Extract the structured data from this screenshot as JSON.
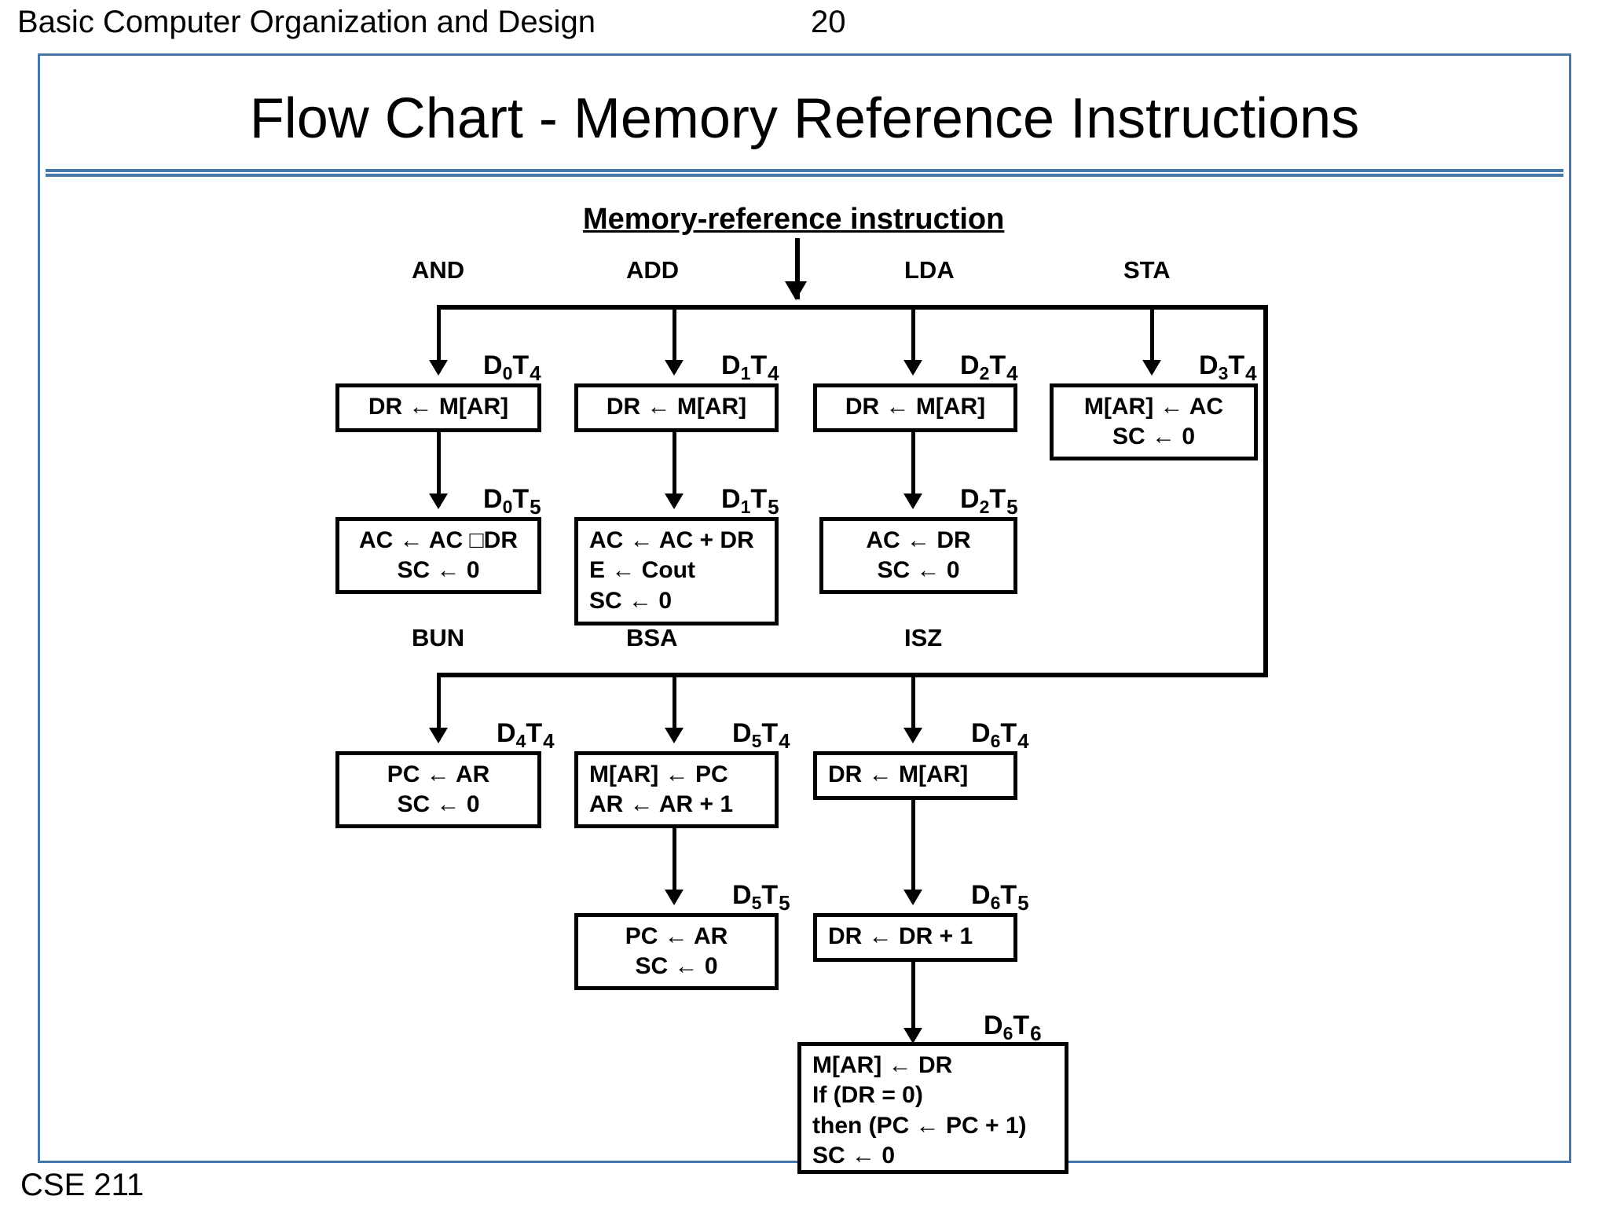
{
  "header": {
    "title": "Basic Computer Organization and Design",
    "slide_number": "20"
  },
  "slide": {
    "title": "Flow Chart - Memory Reference Instructions",
    "footer": "CSE 211",
    "accent_color": "#4677a8"
  },
  "chart_data": {
    "type": "diagram",
    "title": "Memory-reference instruction",
    "root_label": "Memory-reference instruction",
    "bus_rows": [
      {
        "name": "bus-row-1",
        "branches": [
          "AND",
          "ADD",
          "LDA",
          "STA"
        ]
      },
      {
        "name": "bus-row-2",
        "branches": [
          "BUN",
          "BSA",
          "ISZ"
        ]
      }
    ],
    "nodes": [
      {
        "id": "and-t4",
        "branch": "AND",
        "tick_d": "D",
        "tick_dsub": "0",
        "tick_t": "T",
        "tick_tsub": "4",
        "lines": [
          "DR ← M[AR]"
        ]
      },
      {
        "id": "add-t4",
        "branch": "ADD",
        "tick_d": "D",
        "tick_dsub": "1",
        "tick_t": "T",
        "tick_tsub": "4",
        "lines": [
          "DR ← M[AR]"
        ]
      },
      {
        "id": "lda-t4",
        "branch": "LDA",
        "tick_d": "D",
        "tick_dsub": "2",
        "tick_t": "T",
        "tick_tsub": "4",
        "lines": [
          "DR ← M[AR]"
        ]
      },
      {
        "id": "sta-t4",
        "branch": "STA",
        "tick_d": "D",
        "tick_dsub": "3",
        "tick_t": "T",
        "tick_tsub": "4",
        "lines": [
          "M[AR] ← AC",
          "SC ← 0"
        ]
      },
      {
        "id": "and-t5",
        "branch": "AND",
        "tick_d": "D",
        "tick_dsub": "0",
        "tick_t": "T",
        "tick_tsub": "5",
        "lines": [
          "AC ← AC □DR",
          "SC ← 0"
        ]
      },
      {
        "id": "add-t5",
        "branch": "ADD",
        "tick_d": "D",
        "tick_dsub": "1",
        "tick_t": "T",
        "tick_tsub": "5",
        "lines": [
          "AC ← AC + DR",
          "E ← Cout",
          "SC ← 0"
        ]
      },
      {
        "id": "lda-t5",
        "branch": "LDA",
        "tick_d": "D",
        "tick_dsub": "2",
        "tick_t": "T",
        "tick_tsub": "5",
        "lines": [
          "AC ← DR",
          "SC ← 0"
        ]
      },
      {
        "id": "bun-t4",
        "branch": "BUN",
        "tick_d": "D",
        "tick_dsub": "4",
        "tick_t": "T",
        "tick_tsub": "4",
        "lines": [
          "PC ← AR",
          "SC ← 0"
        ]
      },
      {
        "id": "bsa-t4",
        "branch": "BSA",
        "tick_d": "D",
        "tick_dsub": "5",
        "tick_t": "T",
        "tick_tsub": "4",
        "lines": [
          "M[AR] ← PC",
          "AR ← AR + 1"
        ]
      },
      {
        "id": "isz-t4",
        "branch": "ISZ",
        "tick_d": "D",
        "tick_dsub": "6",
        "tick_t": "T",
        "tick_tsub": "4",
        "lines": [
          "DR ← M[AR]"
        ]
      },
      {
        "id": "bsa-t5",
        "branch": "BSA",
        "tick_d": "D",
        "tick_dsub": "5",
        "tick_t": "T",
        "tick_tsub": "5",
        "lines": [
          "PC ← AR",
          "SC ← 0"
        ]
      },
      {
        "id": "isz-t5",
        "branch": "ISZ",
        "tick_d": "D",
        "tick_dsub": "6",
        "tick_t": "T",
        "tick_tsub": "5",
        "lines": [
          "DR ← DR + 1"
        ]
      },
      {
        "id": "isz-t6",
        "branch": "ISZ",
        "tick_d": "D",
        "tick_dsub": "6",
        "tick_t": "T",
        "tick_tsub": "6",
        "lines": [
          "M[AR] ← DR",
          "If (DR = 0)",
          "then (PC ← PC + 1)",
          "SC ← 0"
        ]
      }
    ]
  },
  "diagram": {
    "root": "Memory-reference instruction",
    "branch_and": "AND",
    "branch_add": "ADD",
    "branch_lda": "LDA",
    "branch_sta": "STA",
    "branch_bun": "BUN",
    "branch_bsa": "BSA",
    "branch_isz": "ISZ",
    "t_D": "D",
    "t_T": "T",
    "s0": "0",
    "s1": "1",
    "s2": "2",
    "s3": "3",
    "s4": "4",
    "s5": "5",
    "s6": "6",
    "box_and_t4_l1": "DR ← M[AR]",
    "box_add_t4_l1": "DR ← M[AR]",
    "box_lda_t4_l1": "DR ← M[AR]",
    "box_sta_t4_l1": "M[AR] ← AC",
    "box_sta_t4_l2": "SC ← 0",
    "box_and_t5_l1": "AC ← AC □DR",
    "box_and_t5_l2": "SC ← 0",
    "box_add_t5_l1": "AC ← AC + DR",
    "box_add_t5_l2": "E ← Cout",
    "box_add_t5_l3": "SC ← 0",
    "box_lda_t5_l1": "AC ← DR",
    "box_lda_t5_l2": "SC ← 0",
    "box_bun_t4_l1": "PC ← AR",
    "box_bun_t4_l2": "SC ← 0",
    "box_bsa_t4_l1": "M[AR] ← PC",
    "box_bsa_t4_l2": "AR ← AR + 1",
    "box_isz_t4_l1": "DR ← M[AR]",
    "box_bsa_t5_l1": "PC ← AR",
    "box_bsa_t5_l2": "SC ← 0",
    "box_isz_t5_l1": "DR ← DR + 1",
    "box_isz_t6_l1": "M[AR] ← DR",
    "box_isz_t6_l2": "If (DR = 0)",
    "box_isz_t6_l3": "then (PC ← PC + 1)",
    "box_isz_t6_l4": "SC ← 0"
  }
}
